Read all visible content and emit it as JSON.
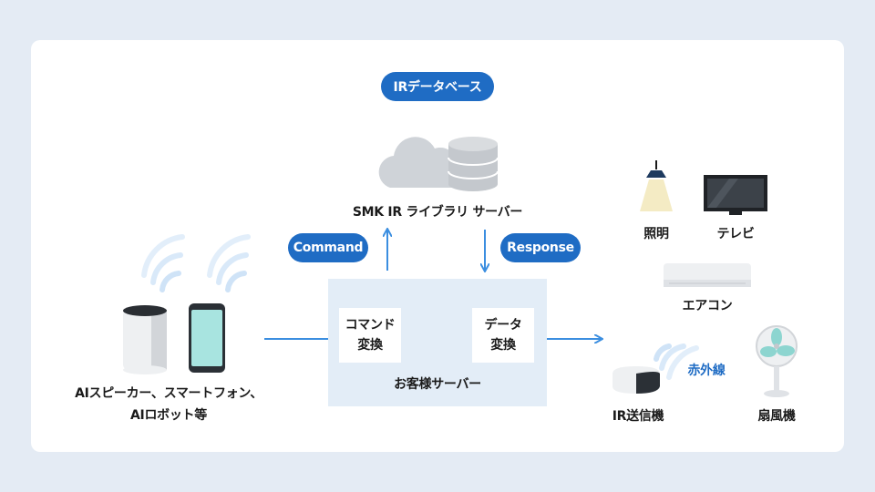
{
  "diagram": {
    "ir_database_label": "IRデータベース",
    "smk_server_label": "SMK IR ライブラリ サーバー",
    "command_label": "Command",
    "response_label": "Response",
    "customer_server": {
      "label": "お客様サーバー",
      "command_convert": [
        "コマンド",
        "変換"
      ],
      "data_convert": [
        "データ",
        "変換"
      ]
    },
    "devices_label": [
      "AIスピーカー、スマートフォン、",
      "AIロボット等"
    ],
    "ir_transmitter_label": "IR送信機",
    "infrared_label": "赤外線",
    "appliances": {
      "light": "照明",
      "tv": "テレビ",
      "aircon": "エアコン",
      "fan": "扇風機"
    }
  },
  "colors": {
    "background": "#e4ebf4",
    "card": "#ffffff",
    "accent": "#1f6cc4",
    "arrow": "#3b8ee0",
    "server_box": "#e3edf7",
    "icon_gray": "#c9cdd2",
    "wave": "#cfe3f7"
  },
  "icons": [
    "cloud-icon",
    "database-icon",
    "smart-speaker-icon",
    "smartphone-icon",
    "wifi-wave-icon",
    "lamp-icon",
    "tv-icon",
    "air-conditioner-icon",
    "ir-transmitter-icon",
    "fan-icon"
  ]
}
